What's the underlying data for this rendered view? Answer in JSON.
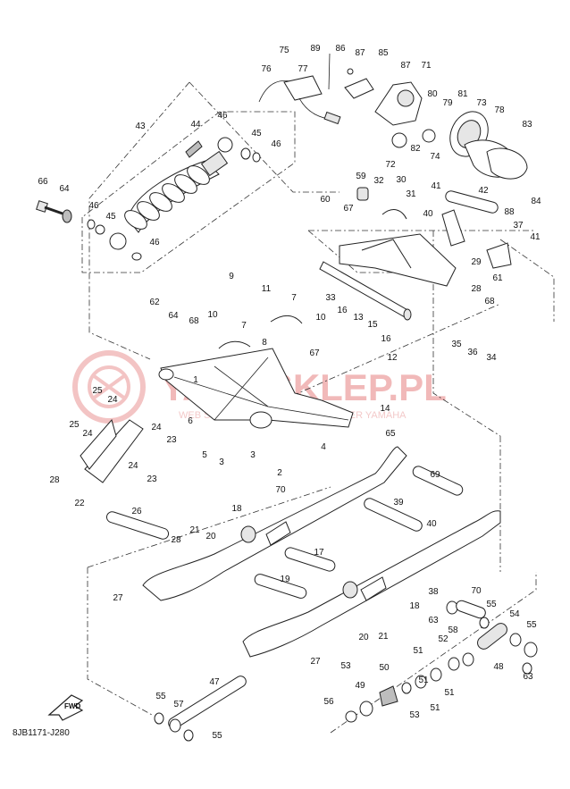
{
  "diagram": {
    "code": "8JB1171-J280",
    "fwd_label": "FWD",
    "watermark_main": "YAMASKLEP.PL",
    "watermark_sub": "WEB SKLEP AUTORYZOWANY DEALER YAMAHA",
    "callouts": [
      "75",
      "89",
      "86",
      "87",
      "85",
      "76",
      "77",
      "87",
      "71",
      "80",
      "81",
      "73",
      "78",
      "79",
      "83",
      "43",
      "44",
      "46",
      "45",
      "46",
      "82",
      "72",
      "74",
      "66",
      "64",
      "46",
      "45",
      "46",
      "59",
      "32",
      "30",
      "31",
      "41",
      "42",
      "60",
      "67",
      "40",
      "88",
      "84",
      "37",
      "41",
      "62",
      "64",
      "68",
      "9",
      "11",
      "7",
      "33",
      "29",
      "61",
      "28",
      "16",
      "13",
      "15",
      "16",
      "10",
      "7",
      "10",
      "35",
      "36",
      "34",
      "8",
      "68",
      "67",
      "12",
      "1",
      "25",
      "24",
      "25",
      "24",
      "24",
      "23",
      "14",
      "6",
      "5",
      "3",
      "65",
      "4",
      "28",
      "24",
      "23",
      "2",
      "3",
      "70",
      "22",
      "69",
      "26",
      "18",
      "39",
      "40",
      "21",
      "28",
      "20",
      "17",
      "27",
      "19",
      "70",
      "38",
      "18",
      "63",
      "58",
      "55",
      "54",
      "55",
      "20",
      "21",
      "48",
      "52",
      "51",
      "27",
      "50",
      "51",
      "63",
      "49",
      "51",
      "53",
      "53",
      "56",
      "51",
      "55",
      "57",
      "47",
      "55"
    ]
  }
}
